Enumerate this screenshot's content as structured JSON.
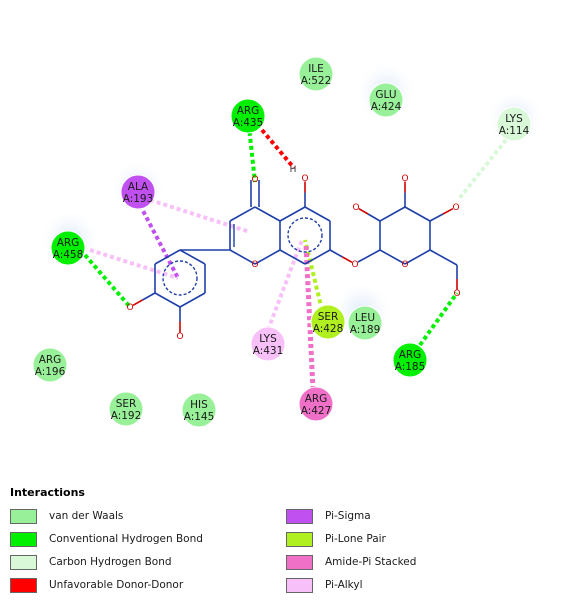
{
  "residues": [
    {
      "id": "ILE",
      "num": "A:522",
      "kind": "vdw"
    },
    {
      "id": "GLU",
      "num": "A:424",
      "kind": "vdw"
    },
    {
      "id": "ARG",
      "num": "A:435",
      "kind": "hbond"
    },
    {
      "id": "LYS",
      "num": "A:114",
      "kind": "chbond"
    },
    {
      "id": "ALA",
      "num": "A:193",
      "kind": "pisigma"
    },
    {
      "id": "ARG",
      "num": "A:458",
      "kind": "hbond"
    },
    {
      "id": "SER",
      "num": "A:428",
      "kind": "pilone"
    },
    {
      "id": "LEU",
      "num": "A:189",
      "kind": "vdw"
    },
    {
      "id": "LYS",
      "num": "A:431",
      "kind": "pialkyl"
    },
    {
      "id": "ARG",
      "num": "A:185",
      "kind": "hbond"
    },
    {
      "id": "ARG",
      "num": "A:196",
      "kind": "vdw"
    },
    {
      "id": "SER",
      "num": "A:192",
      "kind": "vdw"
    },
    {
      "id": "HIS",
      "num": "A:145",
      "kind": "vdw"
    },
    {
      "id": "ARG",
      "num": "A:427",
      "kind": "amidepi"
    }
  ],
  "atom_labels": {
    "o": "O",
    "h": "H"
  },
  "legend": {
    "title": "Interactions",
    "items": [
      {
        "label": "van der Waals",
        "color": "#98f098"
      },
      {
        "label": "Conventional Hydrogen Bond",
        "color": "#00f000"
      },
      {
        "label": "Carbon Hydrogen Bond",
        "color": "#d8f8d8"
      },
      {
        "label": "Unfavorable Donor-Donor",
        "color": "#ff0000"
      },
      {
        "label": "Pi-Sigma",
        "color": "#c050f0"
      },
      {
        "label": "Pi-Lone Pair",
        "color": "#b0f020"
      },
      {
        "label": "Amide-Pi Stacked",
        "color": "#f070c8"
      },
      {
        "label": "Pi-Alkyl",
        "color": "#f8c0f8"
      }
    ]
  },
  "colors": {
    "vdw": "#98f098",
    "hbond": "#00f000",
    "chbond": "#d8f8d8",
    "unfav": "#ff0000",
    "pisigma": "#c050f0",
    "pilone": "#b0f020",
    "amidepi": "#f070c8",
    "pialkyl": "#f8c0f8",
    "bond": "#1f3fa8",
    "oxygen": "#d00000"
  }
}
